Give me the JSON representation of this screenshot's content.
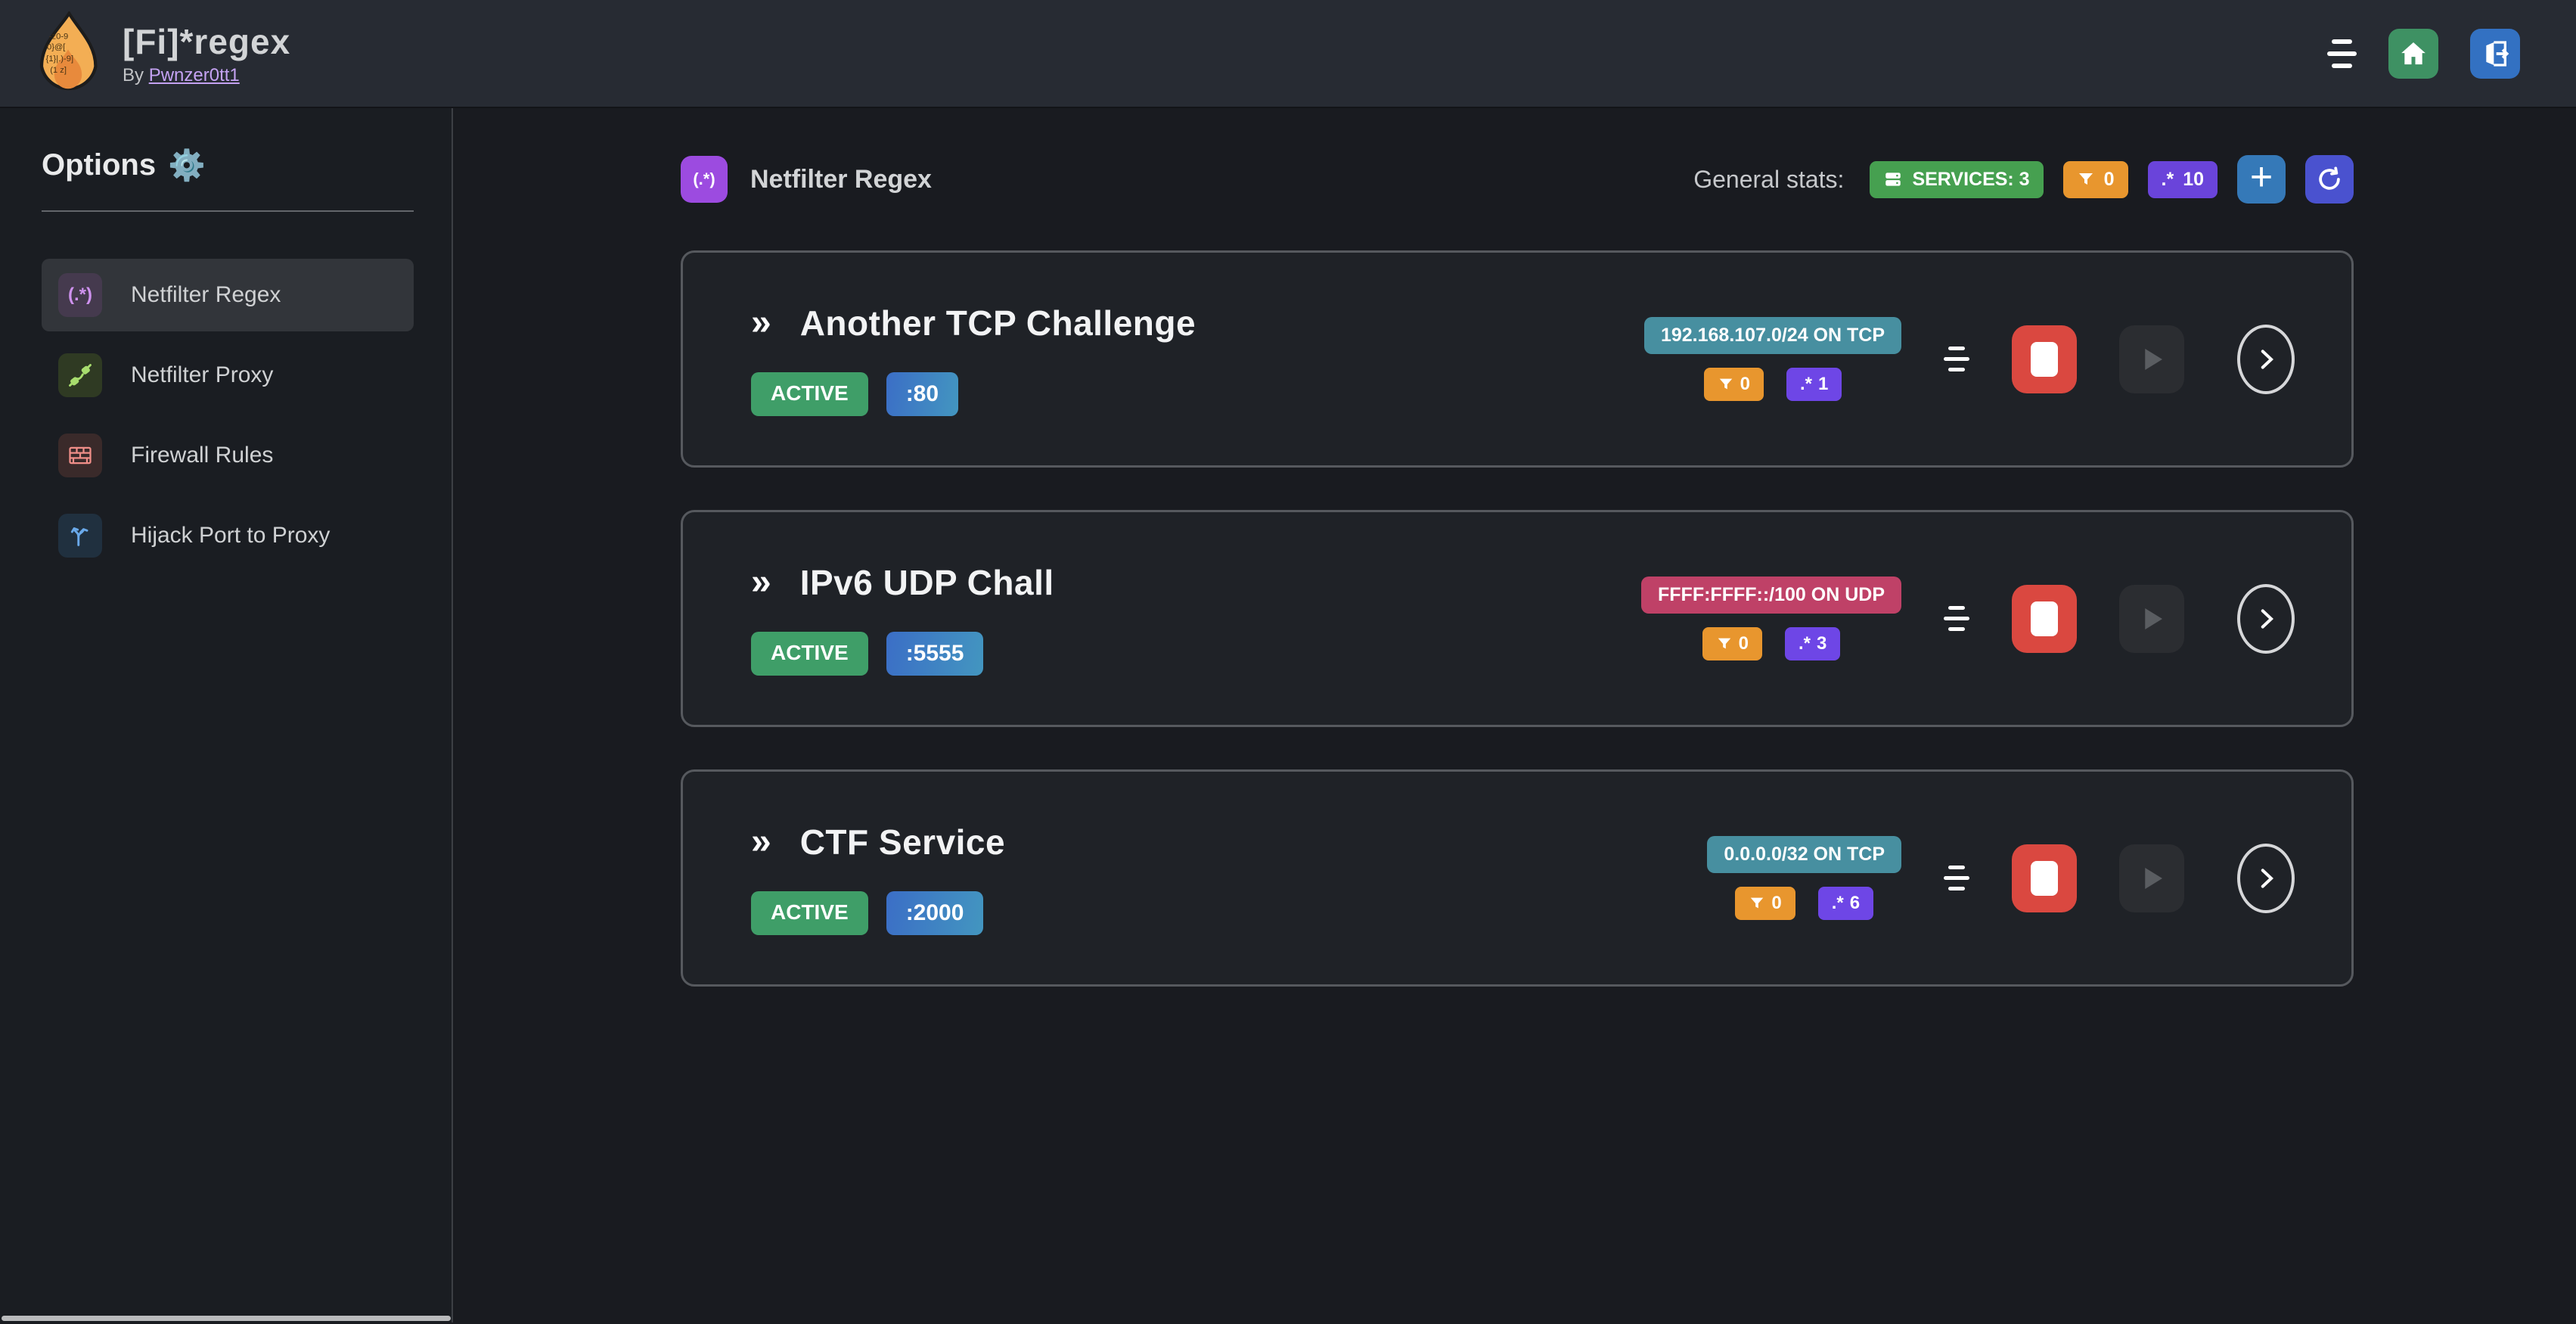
{
  "header": {
    "title": "[Fi]*regex",
    "byline_prefix": "By",
    "author": "Pwnzer0tt1"
  },
  "sidebar": {
    "heading": "Options",
    "gear_glyph": "⚙️",
    "items": [
      {
        "label": "Netfilter Regex",
        "glyph": "(.*)"
      },
      {
        "label": "Netfilter Proxy"
      },
      {
        "label": "Firewall Rules"
      },
      {
        "label": "Hijack Port to Proxy"
      }
    ]
  },
  "main": {
    "icon_glyph": "(.*)",
    "section_title": "Netfilter Regex",
    "stats_label": "General stats:",
    "stats": {
      "services": "SERVICES: 3",
      "filtered": "0",
      "regexes": "10"
    },
    "chevron_glyph": "»",
    "regex_glyph": ".*",
    "services": [
      {
        "name": "Another TCP Challenge",
        "status": "ACTIVE",
        "port": ":80",
        "address": "192.168.107.0/24 ON TCP",
        "filtered": "0",
        "regexes": "1"
      },
      {
        "name": "IPv6 UDP Chall",
        "status": "ACTIVE",
        "port": ":5555",
        "address": "FFFF:FFFF::/100 ON UDP",
        "filtered": "0",
        "regexes": "3"
      },
      {
        "name": "CTF Service",
        "status": "ACTIVE",
        "port": ":2000",
        "address": "0.0.0.0/32 ON TCP",
        "filtered": "0",
        "regexes": "6"
      }
    ]
  },
  "colors": {
    "header_bg": "#272b33",
    "page_bg": "#191b20",
    "card_bg": "#1f2227",
    "accent_purple": "#9c4be0",
    "stats_green": "#46a050",
    "stats_orange": "#e8962e",
    "stats_violet": "#6a44da",
    "plus_blue": "#3579b8",
    "refresh_indigo": "#4a52cf",
    "home_green": "#3e9163",
    "logout_blue": "#3371c2",
    "addr_teal": "#478fa0",
    "addr_pink": "#bf4167",
    "stop_red": "#da4840",
    "active_green": "#3f9e68",
    "port_blue": "#3b6ec6",
    "author_link": "#c4a2f2"
  }
}
